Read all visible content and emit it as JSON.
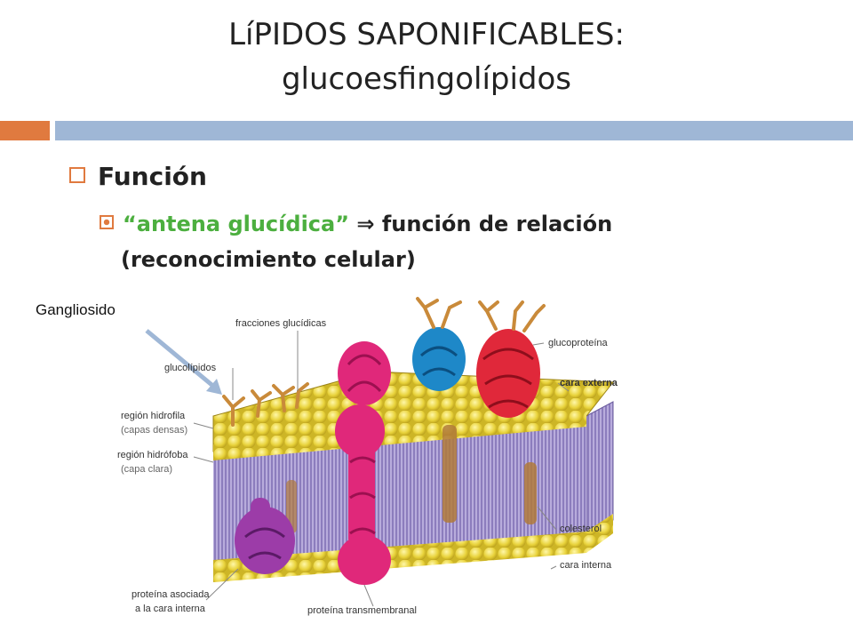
{
  "title": {
    "line1": "LíPIDOS SAPONIFICABLES:",
    "line2": "glucoesfingolípidos"
  },
  "bullets": {
    "level1": "Función",
    "level2_green": "“antena glucídica”",
    "level2_arrow": "⇒",
    "level2_rest": "función de relación",
    "level2_line2": "(reconocimiento celular)"
  },
  "diagram": {
    "callout": "Gangliosido",
    "labels": {
      "fracciones": "fracciones glucídicas",
      "glucolipidos": "glucolípidos",
      "hidrofila1": "región hidrofila",
      "hidrofila2": "(capas densas)",
      "hidrofoba1": "región hidrófoba",
      "hidrofoba2": "(capa clara)",
      "glucoproteina": "glucoproteína",
      "cara_externa": "cara externa",
      "colesterol": "colesterol",
      "cara_interna": "cara interna",
      "proteina_asociada1": "proteína asociada",
      "proteina_asociada2": "a la cara interna",
      "transmembranal": "proteína transmembranal"
    }
  },
  "colors": {
    "accent_orange": "#E07A3F",
    "accent_blue": "#9FB7D6",
    "green_text": "#4CAF3F",
    "lipid_head": "#E8D23A",
    "tail": "#9C8CC8",
    "protein_pink": "#E0287A",
    "protein_blue": "#1E88C8",
    "protein_red": "#E0283A",
    "protein_purple": "#9C3CA8"
  }
}
